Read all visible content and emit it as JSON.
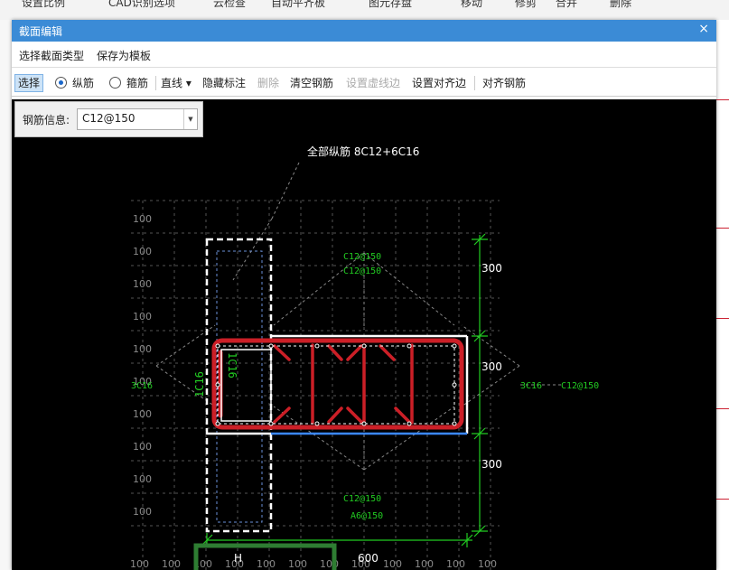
{
  "background": {
    "items": [
      "设置比例",
      "CAD识别选项",
      "云检查",
      "自动平齐板",
      "图元存盘",
      "移动",
      "修剪",
      "合并",
      "删除"
    ]
  },
  "dialog": {
    "title": "截面编辑",
    "close_glyph": "×",
    "menu": {
      "section_type": "选择截面类型",
      "save_template": "保存为模板"
    },
    "toolbar": {
      "select": "选择",
      "longitudinal": "纵筋",
      "stirrup": "箍筋",
      "line": "直线",
      "dropdown_glyph": "▾",
      "hide_label": "隐藏标注",
      "delete": "删除",
      "clear_rebar": "清空钢筋",
      "set_dashed_edge": "设置虚线边",
      "set_align_edge": "设置对齐边",
      "align_rebar": "对齐钢筋"
    },
    "rebar_info": {
      "label": "钢筋信息:",
      "value": "C12@150",
      "arrow": "▼"
    }
  },
  "drawing": {
    "all_longitudinal": "全部纵筋 8C12+6C16",
    "top_label_1": "C12@150",
    "top_label_2": "C12@150",
    "bottom_label_1": "C12@150",
    "bottom_label_2": "A6@150",
    "left_label": "3C16",
    "right_label_1": "3C16",
    "right_label_2": "C12@150",
    "vert_label_1": "1C16",
    "vert_label_2": "1C16",
    "dim_top": "300",
    "dim_mid": "300",
    "dim_bottom": "300",
    "dim_h": "H",
    "dim_600": "600",
    "grid_label": "100",
    "colors": {
      "white": "#ffffff",
      "red": "#cc1f27",
      "green": "#22cc22",
      "darkgreen": "#2e7d32",
      "grid": "#555555",
      "blue": "#3b88ff"
    }
  }
}
